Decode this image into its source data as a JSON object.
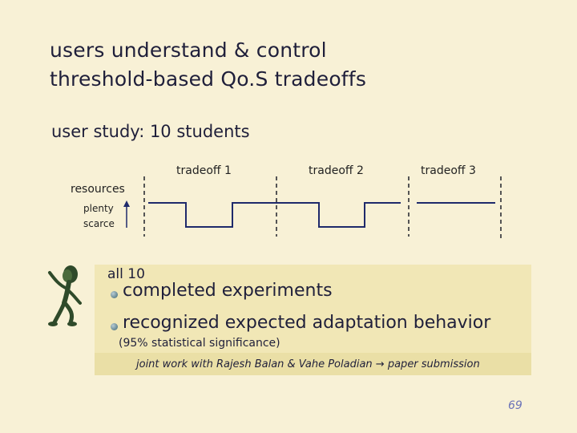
{
  "slide": {
    "title_line1": "users understand & control",
    "title_line2": "threshold-based Qo.S tradeoffs",
    "subtitle": "user study: 10 students"
  },
  "diagram": {
    "tradeoffs": [
      "tradeoff 1",
      "tradeoff 2",
      "tradeoff 3"
    ],
    "axis_label": "resources",
    "level_high": "plenty",
    "level_low": "scarce",
    "signal_color": "#1f2a6b",
    "divider_color": "#555555"
  },
  "results": {
    "heading": "all 10",
    "bullets": [
      "completed experiments",
      "recognized expected adaptation behavior"
    ],
    "note": "(95% statistical significance)",
    "footnote": "joint work with Rajesh Balan & Vahe Poladian",
    "footnote_arrow": "→",
    "footnote_tail": "paper submission",
    "figure_icon": "dancing-figure-icon"
  },
  "page_number": "69"
}
